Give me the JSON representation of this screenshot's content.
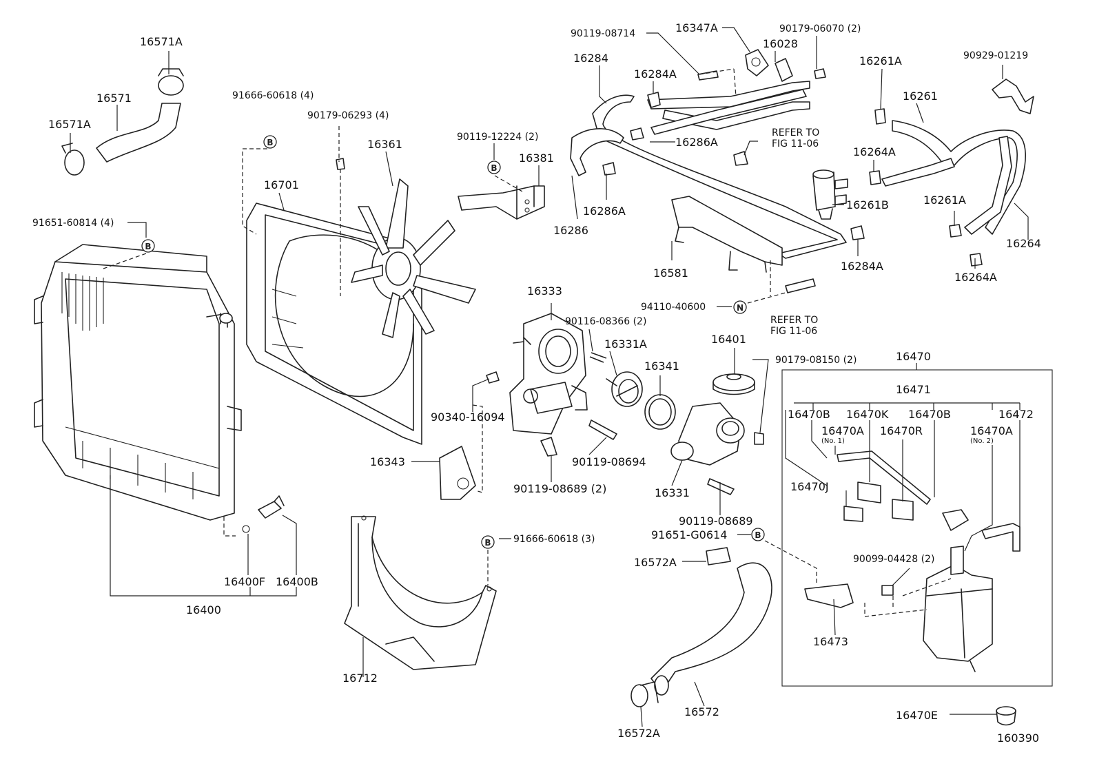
{
  "labels": {
    "p16571A_top": "16571A",
    "p16571": "16571",
    "p16571A_left": "16571A",
    "p91666_60618_4": "91666-60618 (4)",
    "p90179_06293": "90179-06293 (4)",
    "p16361": "16361",
    "p16701": "16701",
    "p91651_60814": "91651-60814 (4)",
    "p90119_12224": "90119-12224 (2)",
    "p16381": "16381",
    "p90119_08714": "90119-08714",
    "p16347A": "16347A",
    "p90179_06070": "90179-06070 (2)",
    "p16028": "16028",
    "p16284": "16284",
    "p16284A_top": "16284A",
    "p16286A_right": "16286A",
    "refer_top_1": "REFER TO",
    "refer_top_2": "FIG 11-06",
    "p16286": "16286",
    "p16286A_low": "16286A",
    "p16581": "16581",
    "p16284A_low": "16284A",
    "p94110_40600": "94110-40600",
    "refer_low_1": "REFER TO",
    "refer_low_2": "FIG 11-06",
    "p16261A_top": "16261A",
    "p90929_01219": "90929-01219",
    "p16261": "16261",
    "p16264A_top": "16264A",
    "p16261B": "16261B",
    "p16261A_mid": "16261A",
    "p16264": "16264",
    "p16264A_low": "16264A",
    "p16333": "16333",
    "p90116_08366": "90116-08366 (2)",
    "p16331A": "16331A",
    "p16341": "16341",
    "p16401": "16401",
    "p90179_08150": "90179-08150 (2)",
    "p90340_16094": "90340-16094",
    "p16343": "16343",
    "p90119_08694": "90119-08694",
    "p90119_08689_2": "90119-08689 (2)",
    "p16331": "16331",
    "p90119_08689": "90119-08689",
    "p91651_G0614": "91651-G0614",
    "p16572A_top": "16572A",
    "p16572": "16572",
    "p16572A_low": "16572A",
    "p91666_60618_3": "91666-60618 (3)",
    "p16712": "16712",
    "p16400F": "16400F",
    "p16400B": "16400B",
    "p16400": "16400",
    "p16470": "16470",
    "p16471": "16471",
    "p16470B_left": "16470B",
    "p16470K": "16470K",
    "p16470B_right": "16470B",
    "p16472": "16472",
    "p16470A_no1": "16470A",
    "no1": "(No. 1)",
    "p16470R": "16470R",
    "p16470A_no2": "16470A",
    "no2": "(No. 2)",
    "p16470J": "16470J",
    "p90099_04428": "90099-04428 (2)",
    "p16473": "16473",
    "p16470E": "16470E",
    "figure_number": "160390"
  },
  "symbols": {
    "bolt_B": "B",
    "nut_N": "N"
  }
}
